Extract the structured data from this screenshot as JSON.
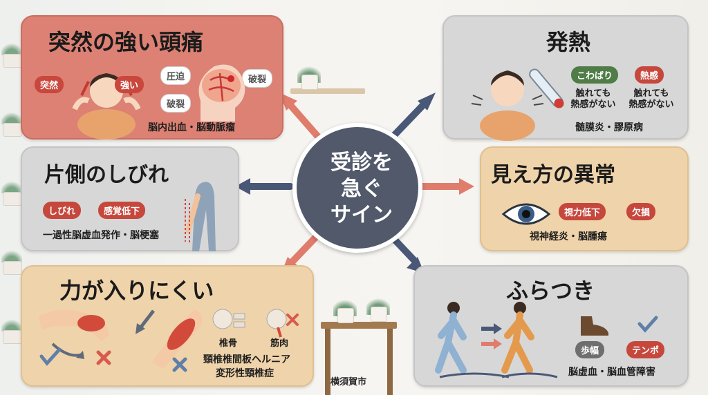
{
  "center": {
    "lines": [
      "受診を",
      "急ぐ",
      "サイン"
    ]
  },
  "panels": {
    "headache": {
      "title": "突然の強い頭痛",
      "tag_sudden": "突然",
      "tag_strong": "強い",
      "tag_pressure": "圧迫",
      "tag_rupture1": "破裂",
      "tag_rupture2": "破裂",
      "caption": "脳内出血・脳動脈瘤",
      "colors": {
        "bg": "#dc8174"
      }
    },
    "fever": {
      "title": "発熱",
      "tag_stiff": "こわばり",
      "tag_heat": "熱感",
      "note_left": "触れても\n熱感がない",
      "note_right": "触れても\n熱感がない",
      "caption": "髄膜炎・膠原病"
    },
    "numbness": {
      "title": "片側のしびれ",
      "tag_numb": "しびれ",
      "tag_sensory": "感覚低下",
      "caption": "一過性脳虚血発作・脳梗塞"
    },
    "vision": {
      "title": "見え方の異常",
      "tag_acuity": "視力低下",
      "tag_defect": "欠損",
      "caption": "視神経炎・脳腫瘍"
    },
    "weakness": {
      "title": "力が入りにくい",
      "label_spine": "椎骨",
      "label_muscle": "筋肉",
      "caption_line1": "頸椎椎間板ヘルニア",
      "caption_line2": "変形性頸椎症"
    },
    "unsteady": {
      "title": "ふらつき",
      "tag_stride": "歩幅",
      "tag_tempo": "テンポ",
      "caption": "脳虚血・脳血管障害"
    }
  },
  "footer": "横須賀市",
  "colors": {
    "center": "#51596a",
    "arrow_dark": "#4a5877",
    "arrow_red": "#e07c6c",
    "check_blue": "#5f7fa8",
    "cross_red": "#d85a4c"
  }
}
